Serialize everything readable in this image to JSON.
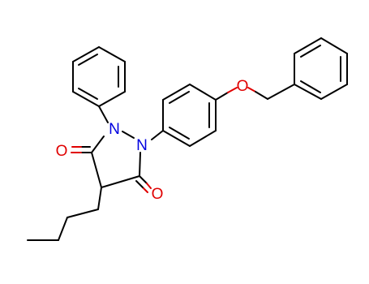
{
  "molecule": {
    "atoms": {
      "n1": {
        "symbol": "N",
        "color": "#0000e0"
      },
      "n2": {
        "symbol": "N",
        "color": "#0000e0"
      },
      "o_carbonyl_left": {
        "symbol": "O",
        "color": "#e00000"
      },
      "o_carbonyl_right": {
        "symbol": "O",
        "color": "#e00000"
      },
      "o_ether": {
        "symbol": "O",
        "color": "#e00000"
      }
    },
    "colors": {
      "bond": "#000000",
      "oxygen": "#e00000",
      "nitrogen": "#0000e0",
      "background": "#ffffff"
    }
  }
}
